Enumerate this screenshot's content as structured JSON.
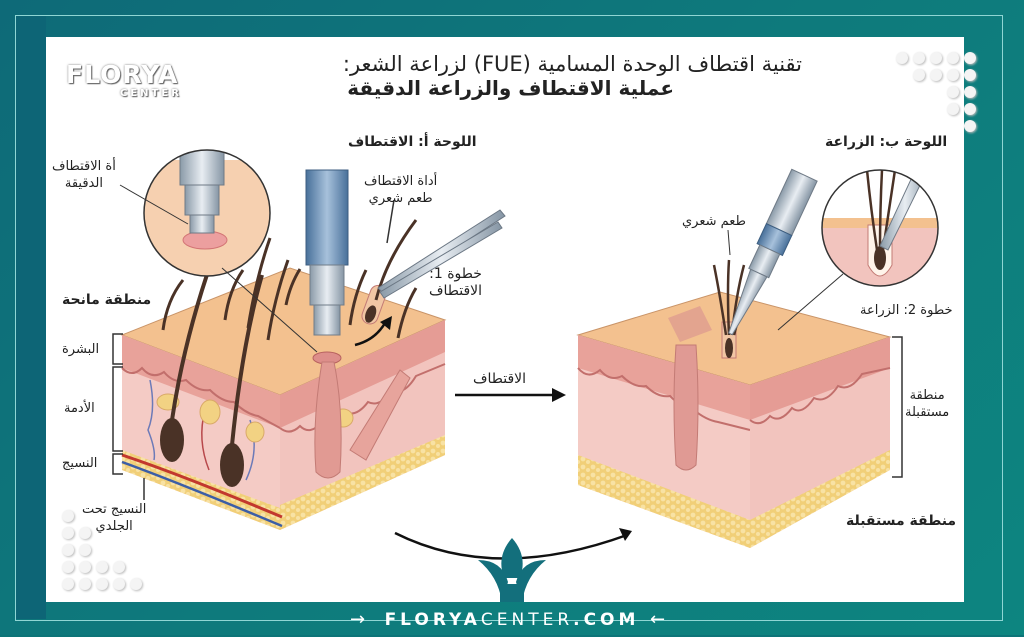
{
  "brand": {
    "logo_main": "FLORYA",
    "logo_sub": "CENTER",
    "footer_bold_1": "FLORYA",
    "footer_light": "CENTER",
    "footer_bold_2": ".COM",
    "footer_arrow_left": "→",
    "footer_arrow_right": "←"
  },
  "title": {
    "line1": "تقنية اقتطاف الوحدة المسامية (FUE) لزراعة الشعر:",
    "line2": "عملية الاقتطاف والزراعة الدقيقة"
  },
  "panel_a": {
    "heading": "اللوحة أ: الاقتطاف",
    "micro_tool_label": [
      "أة الاقتطاف",
      "الدقيقة"
    ],
    "extraction_tool_label": "أداة الاقتطاف",
    "graft_label": "طعم شعري",
    "step1_label": [
      "خطوة 1:",
      "الاقتطاف"
    ],
    "donor_area": "منطقة مانحة",
    "layers": {
      "epidermis": "البشرة",
      "dermis": "الأدمة",
      "tissue": "النسيج",
      "subcutaneous": [
        "النسيج تحت",
        "الجلدي"
      ]
    }
  },
  "middle": {
    "arrow_label": "الاقتطاف"
  },
  "panel_b": {
    "heading": "اللوحة ب: الزراعة",
    "graft_label": "طعم شعري",
    "step2_label": "خطوة 2: الزراعة",
    "recipient_bracket_label": [
      "منطقة",
      "مستقبلة"
    ],
    "recipient_area": "منطقة مستقبلة"
  },
  "colors": {
    "frame_teal": "#0d7478",
    "frame_dark": "#0d6576",
    "skin_top": "#f2c08e",
    "epidermis": "#e89a92",
    "dermis": "#f4c9c4",
    "fat": "#f3d27a",
    "hair": "#4a3226",
    "tool_blue": "#5d86ad",
    "logo_teal": "#136f7c"
  }
}
